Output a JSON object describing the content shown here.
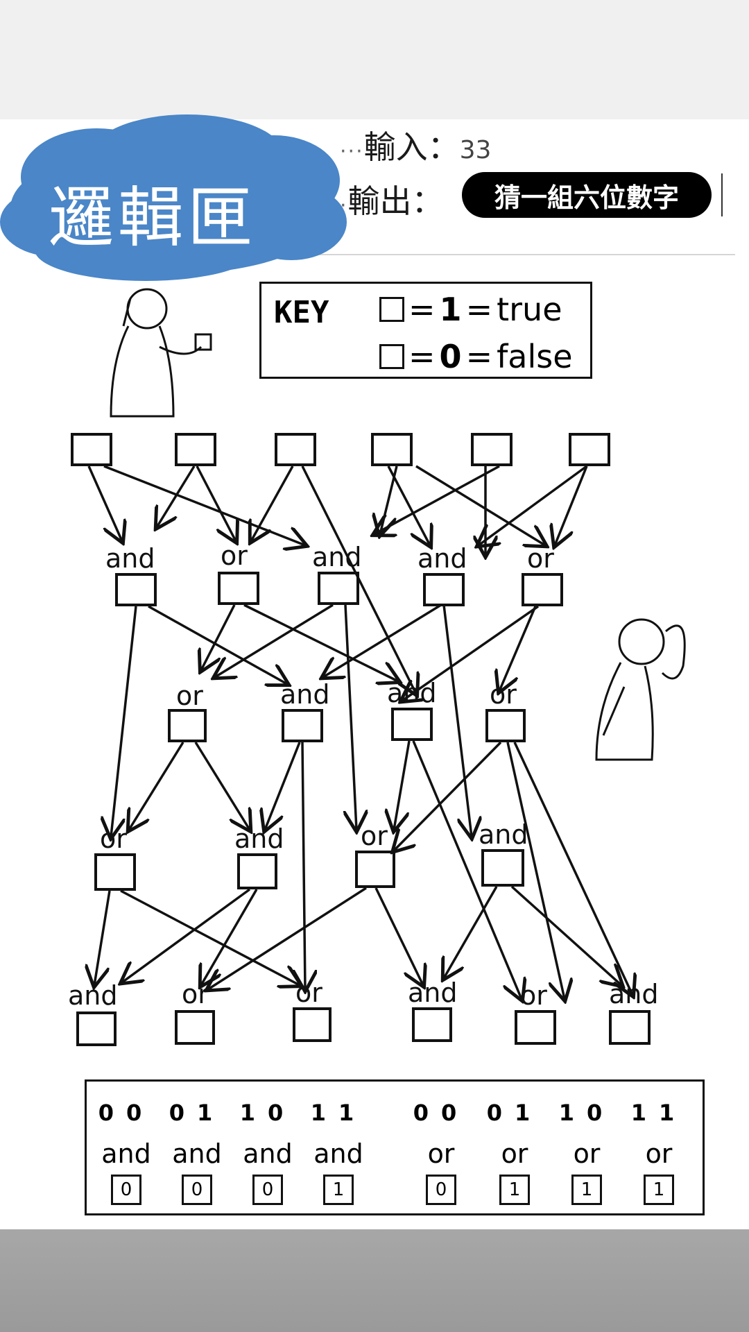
{
  "header": {
    "cloud_title": "邏輯匣",
    "input_label": "輸入：",
    "input_value": "33",
    "output_label": "輸出：",
    "output_value": "猜一組六位數字"
  },
  "key": {
    "title": "KEY",
    "rows": [
      {
        "digit": "1",
        "word": "true"
      },
      {
        "digit": "0",
        "word": "false"
      }
    ]
  },
  "gates": {
    "row1": [
      "and",
      "or",
      "and",
      "and",
      "or"
    ],
    "row2": [
      "or",
      "and",
      "and",
      "or"
    ],
    "row3": [
      "or",
      "and",
      "or",
      "and"
    ],
    "row4": [
      "and",
      "or",
      "or",
      "and",
      "or",
      "and"
    ]
  },
  "legend": [
    {
      "inputs": "00",
      "gate": "and",
      "output": "0"
    },
    {
      "inputs": "01",
      "gate": "and",
      "output": "0"
    },
    {
      "inputs": "10",
      "gate": "and",
      "output": "0"
    },
    {
      "inputs": "11",
      "gate": "and",
      "output": "1"
    },
    {
      "inputs": "00",
      "gate": "or",
      "output": "0"
    },
    {
      "inputs": "01",
      "gate": "or",
      "output": "1"
    },
    {
      "inputs": "10",
      "gate": "or",
      "output": "1"
    },
    {
      "inputs": "11",
      "gate": "or",
      "output": "1"
    }
  ],
  "colors": {
    "cloud": "#4a86c8",
    "ink": "#111111",
    "pill": "#000000"
  }
}
